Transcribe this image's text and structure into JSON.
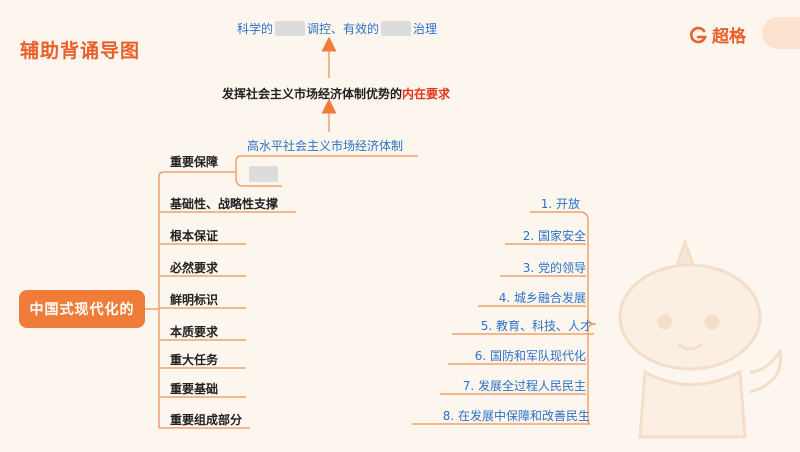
{
  "page": {
    "title": "辅助背诵导图"
  },
  "logo": {
    "text": "超格",
    "icon": "g-logo-icon",
    "brand_color": "#e8602a"
  },
  "top": {
    "part1": "科学的",
    "part2": "调控、有效的",
    "part3": "治理"
  },
  "middle": {
    "prefix": "发挥社会主义市场经济体制优势的",
    "highlight": "内在要求"
  },
  "hsp": {
    "label": "高水平社会主义市场经济体制"
  },
  "root": {
    "label": "中国式现代化的"
  },
  "left_items": [
    "重要保障",
    "基础性、战略性支撑",
    "根本保证",
    "必然要求",
    "鲜明标识",
    "本质要求",
    "重大任务",
    "重要基础",
    "重要组成部分"
  ],
  "right_items": [
    "1. 开放",
    "2. 国家安全",
    "3. 党的领导",
    "4. 城乡融合发展",
    "5. 教育、科技、人才",
    "6. 国防和军队现代化",
    "7. 发展全过程人民民主",
    "8. 在发展中保障和改善民生"
  ]
}
